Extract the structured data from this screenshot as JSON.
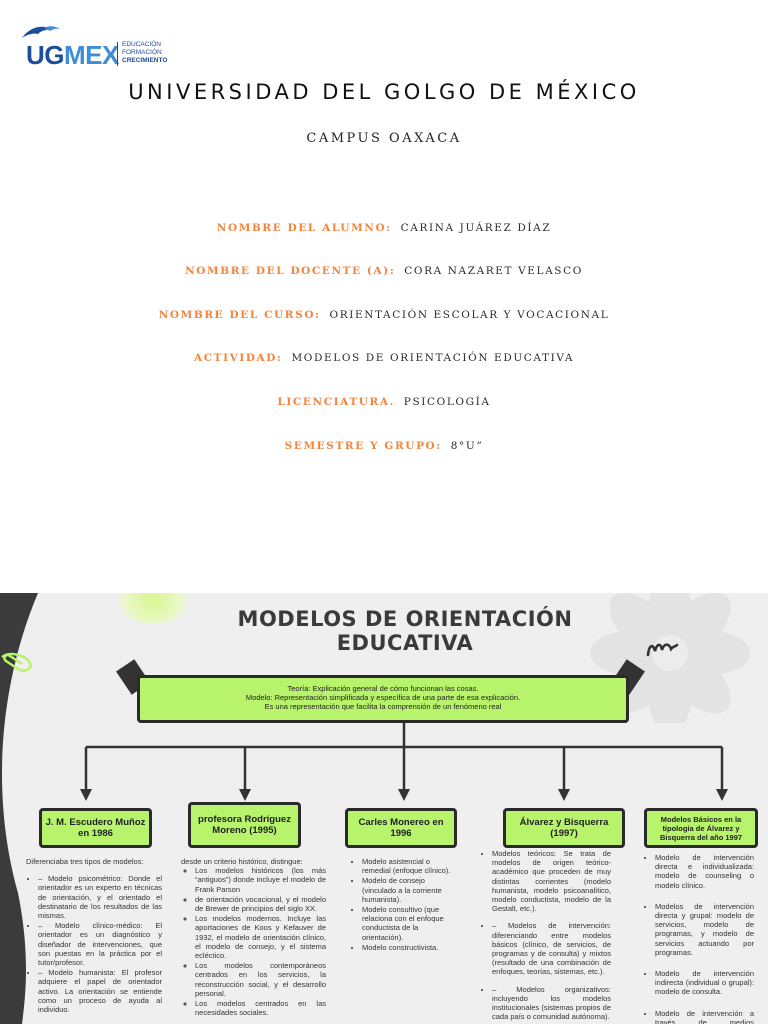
{
  "logo": {
    "wordmark_ug": "UG",
    "wordmark_mex": "MEX",
    "tagline": [
      "EDUCACIÓN",
      "FORMACIÓN",
      "CRECIMIENTO"
    ],
    "icon": "dolphin-bird-logo-icon"
  },
  "cover": {
    "university": "UNIVERSIDAD DEL GOLGO DE MÉXICO",
    "campus": "CAMPUS OAXACA",
    "fields": [
      {
        "label": "NOMBRE DEL ALUMNO:",
        "value": "CARINA JUÁREZ DÍAZ"
      },
      {
        "label": "NOMBRE DEL DOCENTE (A):",
        "value": "CORA NAZARET VELASCO"
      },
      {
        "label": "NOMBRE DEL CURSO:",
        "value": "ORIENTACIÓN ESCOLAR Y VOCACIONAL"
      },
      {
        "label": "ACTIVIDAD:",
        "value": "MODELOS DE ORIENTACIÓN EDUCATIVA"
      },
      {
        "label": "LICENCIATURA.",
        "value": "PSICOLOGÍA"
      },
      {
        "label": "SEMESTRE Y GRUPO:",
        "value": "8°U”"
      }
    ],
    "label_color": "#f4843c"
  },
  "slide": {
    "title_line1": "MODELOS DE ORIENTACIÓN",
    "title_line2": "EDUCATIVA",
    "accent_color": "#b7f36b",
    "theory": [
      "Teoría: Explicación general de cómo funcionan las cosas.",
      "Modelo: Representación simplificada y específica de una parte de esa explicación.",
      "Es una representación que facilita la comprensión de un fenómeno real"
    ],
    "columns": [
      {
        "heading": "J. M. Escudero Muñoz en 1986",
        "intro": "Diferenciaba tres tipos de modelos:",
        "items": [
          "– Modelo psicométrico: Donde el orientador es un experto en técnicas de orientación, y el orientado el destinatario de los resultados de las mismas.",
          "– Modelo clínico-médico: El orientador es un diagnóstico y diseñador de intervenciones, que son puestas en la práctica por el tutor/profesor.",
          "– Modelo humanista: El profesor adquiere el papel de orientador activo. La orientación se entiende como un proceso de ayuda al individuo."
        ]
      },
      {
        "heading": "profesora Rodríguez Moreno (1995)",
        "intro": "desde un criterio histórico, distingue:",
        "items": [
          "Los modelos históricos (los más “antiguos”) donde incluye el modelo de Frank Parson",
          "de orientación vocacional, y el modelo de Brewer de principios del siglo XX.",
          "Los modelos modernos. Incluye las aportaciones de Koos y Kefauver de 1932, el modelo de orientación clínico, el modelo de consejo, y el sistema ecléctico.",
          "Los modelos contemporáneos centrados en los servicios, la reconstrucción social, y el desarrollo personal.",
          "Los modelos centrados en las necesidades sociales."
        ]
      },
      {
        "heading": "Carles Monereo en 1996",
        "intro": "",
        "items": [
          "Modelo asistencial o remedial (enfoque clínico).",
          "Modelo de consejo (vinculado a la corriente humanista).",
          "Modelo consultivo (que relaciona con el enfoque conductista de la orientación).",
          "Modelo constructivista."
        ]
      },
      {
        "heading": "Álvarez y Bisquerra (1997)",
        "intro": "",
        "items": [
          "Modelos teóricos: Se trata de modelos de origen teórico-académico que proceden de muy distintas corrientes (modelo humanista, modelo psicoanalítico, modelo conductista, modelo de la Gestalt, etc.).",
          "– Modelos de intervención: diferenciando entre modelos básicos (clínico, de servicios, de programas y de consulta) y mixtos (resultado de una combinación de enfoques, teorías, sistemas, etc.).",
          "– Modelos organizativos: incluyendo los modelos institucionales (sistemas propios de cada país o comunidad autónoma)."
        ]
      },
      {
        "heading": "Modelos Básicos en la tipología de Álvarez y Bisquerra del año 1997",
        "intro": "",
        "items": [
          "Modelo de intervención directa e individualizada: modelo de counseling o modelo clínico.",
          "Modelos de intervención directa y grupal: modelo de servicios, modelo de programas, y modelo de servicios actuando por programas.",
          "Modelo de intervención indirecta (individual o grupal): modelo de consulta.",
          "Modelo de intervención a través de medios tecnológicos."
        ]
      }
    ]
  }
}
